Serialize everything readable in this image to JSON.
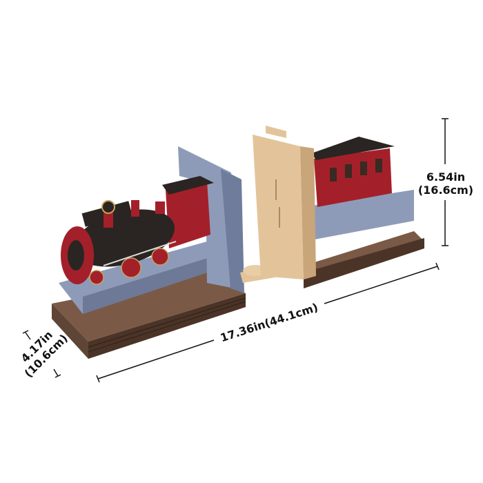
{
  "dimensions": {
    "height": {
      "inches": "6.54in",
      "cm": "(16.6cm)"
    },
    "length": {
      "label": "17.36in(44.1cm)"
    },
    "depth": {
      "inches": "4.17in",
      "cm": "(10.6cm)"
    }
  },
  "colors": {
    "base_wood": "#5e4536",
    "tunnel_stone": "#8e9bb8",
    "locomotive_red": "#a3202a",
    "locomotive_black": "#2a2522",
    "plywood": "#e3c49a",
    "brass": "#c9a15a"
  }
}
